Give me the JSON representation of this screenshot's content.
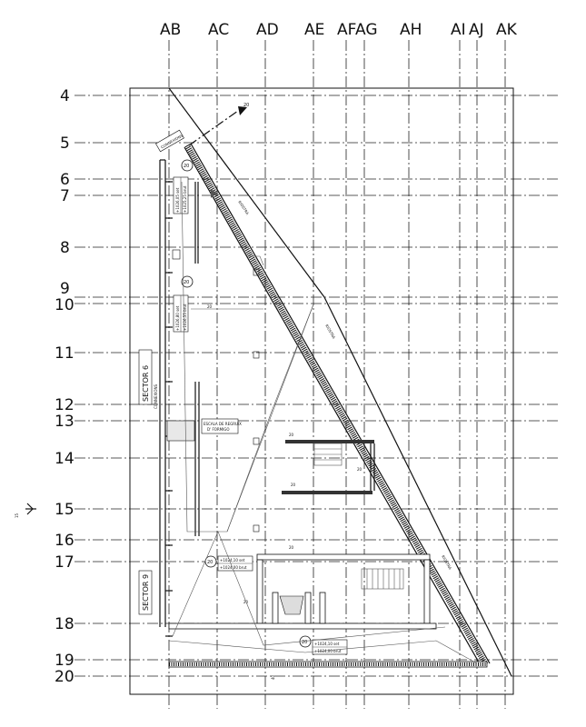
{
  "drawing": {
    "column_labels": [
      "AB",
      "AC",
      "AD",
      "AE",
      "AF",
      "AG",
      "AH",
      "AI",
      "AJ",
      "AK"
    ],
    "row_labels": [
      "4",
      "5",
      "6",
      "7",
      "8",
      "9",
      "10",
      "11",
      "12",
      "13",
      "14",
      "15",
      "16",
      "17",
      "18",
      "19",
      "20"
    ],
    "texts": {
      "sector_upper": "SECTOR 6",
      "sector_lower": "SECTOR 9",
      "stair_note_1": "ESCALA DE REGRUIX",
      "stair_note_2": "D' FORMIGO",
      "elev_a_set": "+1024,10 set",
      "elev_a_brut": "+1024,00 brut",
      "elev_b_set": "+1024,10 set",
      "elev_b_brut": "+1024,00 brut",
      "elev_c_set": "+1026,05 set",
      "elev_c_brut": "+1025,25 brut",
      "elev_d_set": "+1026,80 set",
      "elev_d_brut": "+1026,55 brut",
      "bubble": "20",
      "dim_20": "20",
      "dim_40": "40",
      "section_mark": "15",
      "junction_1": "CONNEXIONS",
      "junction_2": "CONNEXIONS",
      "ramp_1": "RIOSTRA",
      "ramp_2": "RIOSTRA",
      "ramp_3": "RIOSTRA"
    }
  }
}
